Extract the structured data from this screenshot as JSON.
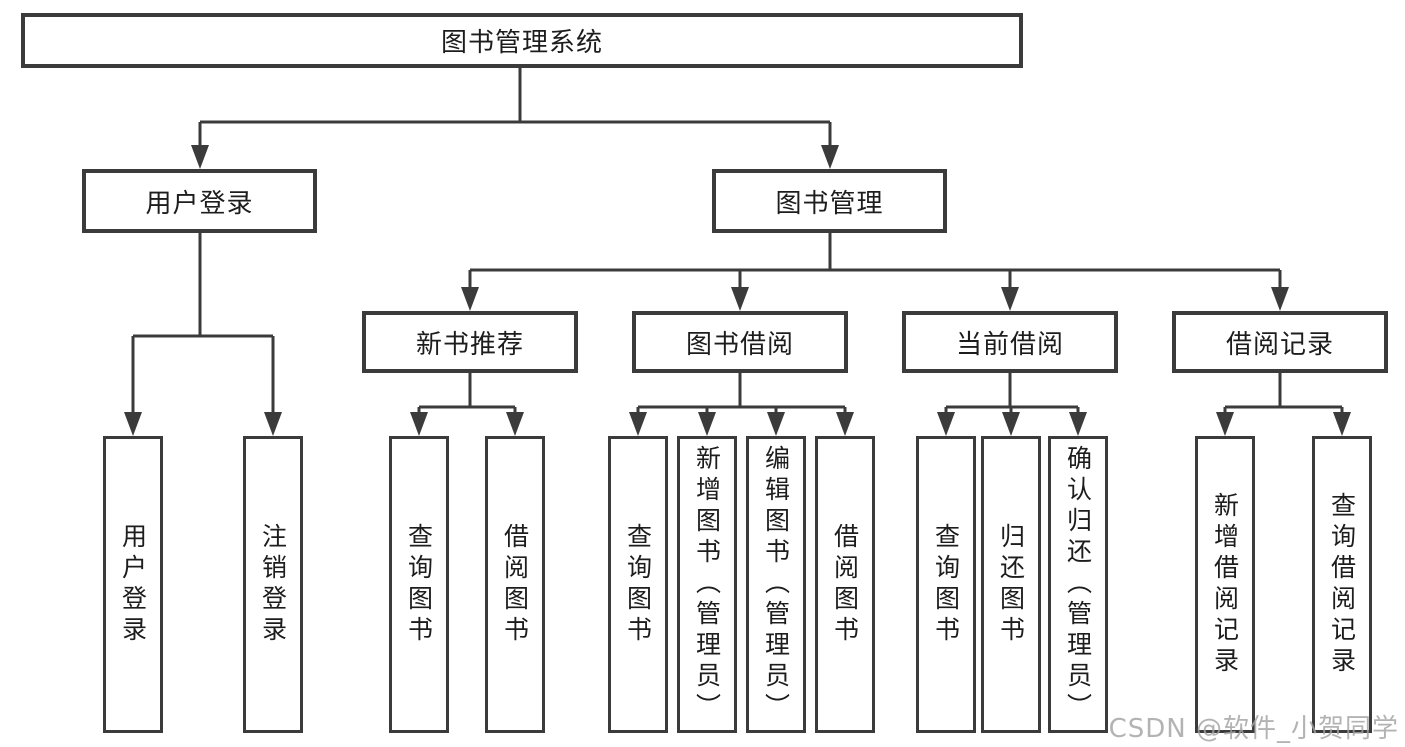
{
  "diagram": {
    "root": {
      "label": "图书管理系统"
    },
    "branches": [
      {
        "label": "用户登录",
        "children": [
          {
            "label": "用户登录"
          },
          {
            "label": "注销登录"
          }
        ]
      },
      {
        "label": "图书管理",
        "children": [
          {
            "label": "新书推荐",
            "children": [
              {
                "label": "查询图书"
              },
              {
                "label": "借阅图书"
              }
            ]
          },
          {
            "label": "图书借阅",
            "children": [
              {
                "label": "查询图书"
              },
              {
                "label": "新增图书（管理员）"
              },
              {
                "label": "编辑图书（管理员）"
              },
              {
                "label": "借阅图书"
              }
            ]
          },
          {
            "label": "当前借阅",
            "children": [
              {
                "label": "查询图书"
              },
              {
                "label": "归还图书"
              },
              {
                "label": "确认归还（管理员）"
              }
            ]
          },
          {
            "label": "借阅记录",
            "children": [
              {
                "label": "新增借阅记录"
              },
              {
                "label": "查询借阅记录"
              }
            ]
          }
        ]
      }
    ]
  },
  "watermark": {
    "text": "CSDN @软件_小贺同学"
  },
  "colors": {
    "line": "#3b3b3b",
    "text": "#1d1d1d",
    "background": "#ffffff",
    "watermark": "#a2a2a2"
  }
}
